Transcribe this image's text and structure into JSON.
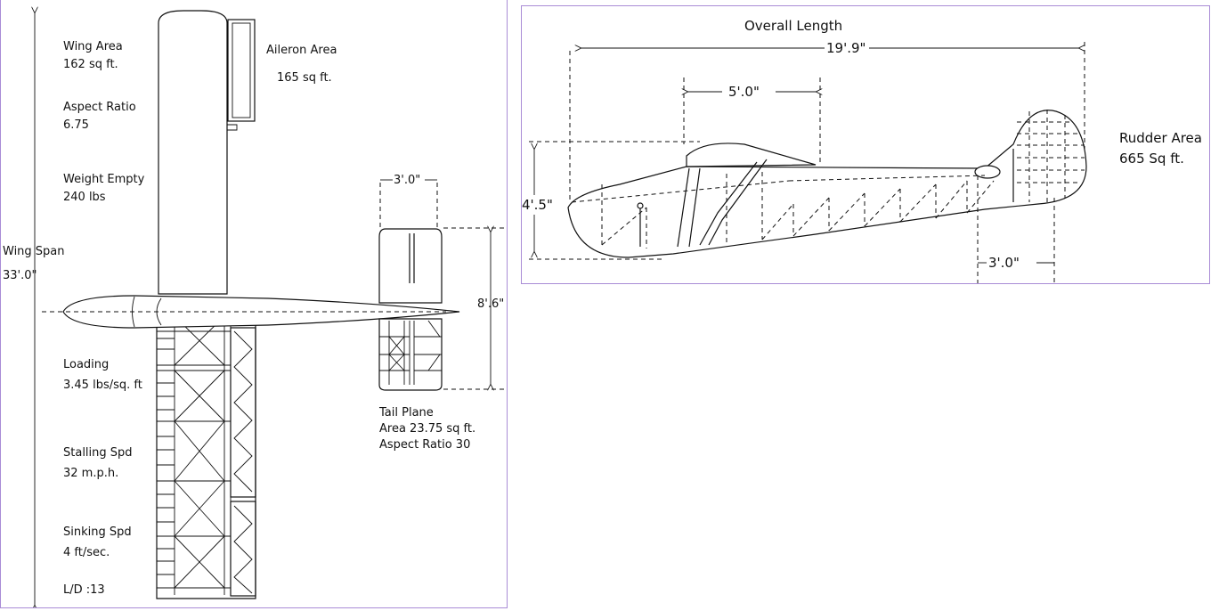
{
  "plan_view": {
    "wing_area_label": "Wing Area",
    "wing_area_value": "162 sq ft.",
    "aspect_ratio_label": "Aspect Ratio",
    "aspect_ratio_value": "6.75",
    "weight_label": "Weight Empty",
    "weight_value": "240 lbs",
    "wing_span_label": "Wing Span",
    "wing_span_value": "33'.0\"",
    "aileron_label": "Aileron Area",
    "aileron_value": "165 sq ft.",
    "loading_label": "Loading",
    "loading_value": "3.45 lbs/sq. ft",
    "stalling_label": "Stalling Spd",
    "stalling_value": "32 m.p.h.",
    "sinking_label": "Sinking Spd",
    "sinking_value": "4 ft/sec.",
    "ld_label": "L/D :13",
    "tail_chord": "3'.0\"",
    "tail_span": "8'.6\"",
    "tail_plane_label": "Tail Plane",
    "tail_area": "Area 23.75 sq ft.",
    "tail_aspect": "Aspect Ratio 30"
  },
  "side_view": {
    "overall_length_label": "Overall Length",
    "overall_length_value": "19'.9\"",
    "wing_chord": "5'.0\"",
    "height": "4'.5\"",
    "tail_length": "3'.0\"",
    "rudder_label": "Rudder Area",
    "rudder_value": "665 Sq ft."
  }
}
